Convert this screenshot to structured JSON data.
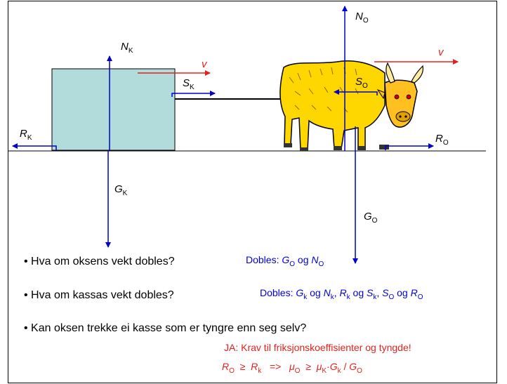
{
  "labels": {
    "N_K": {
      "sym": "N",
      "sub": "K"
    },
    "G_K": {
      "sym": "G",
      "sub": "K"
    },
    "R_K": {
      "sym": "R",
      "sub": "K"
    },
    "S_K": {
      "sym": "S",
      "sub": "K"
    },
    "v_left": "v",
    "v_right": "v",
    "N_O": {
      "sym": "N",
      "sub": "O"
    },
    "G_O": {
      "sym": "G",
      "sub": "O"
    },
    "R_O": {
      "sym": "R",
      "sub": "O"
    },
    "S_O": {
      "sym": "S",
      "sub": "O"
    }
  },
  "questions": [
    "• Hva om oksens vekt dobles?",
    "• Hva om kassas vekt dobles?",
    "• Kan oksen trekke ei kasse som er tyngre enn seg selv?"
  ],
  "answers": {
    "a1": {
      "prefix": "Dobles: ",
      "s1": "G",
      "b1": "O",
      "mid": " og ",
      "s2": "N",
      "b2": "O"
    },
    "a2": {
      "prefix": "Dobles: ",
      "p1s": "G",
      "p1b": "k",
      "og1": " og ",
      "p2s": "N",
      "p2b": "k",
      "sep": ", ",
      "p3s": "R",
      "p3b": "k",
      "og2": " og ",
      "p4s": "S",
      "p4b": "k",
      "sep2": ", ",
      "p5s": "S",
      "p5b": "O",
      "og3": " og ",
      "p6s": "R",
      "p6b": "O"
    },
    "a3_line1": "JA:  Krav til friksjonskoeffisienter og tyngde!",
    "a3_line2": {
      "l1": "R",
      "l1b": "O",
      "ge1": "  ≥  ",
      "l2": "R",
      "l2b": "k",
      "arrow": "   =>   ",
      "l3": "μ",
      "l3b": "O",
      "ge2": "  ≥  ",
      "l4": "μ",
      "l4b": "K",
      "dot": "·",
      "l5": "G",
      "l5b": "k",
      "div": " / ",
      "l6": "G",
      "l6b": "O"
    }
  },
  "colors": {
    "force_arrow": "#0000cc",
    "velocity_arrow": "#e8201c",
    "box_fill": "#b2dcdc",
    "ox_body": "#ffd700",
    "ox_head": "#ffc020"
  }
}
